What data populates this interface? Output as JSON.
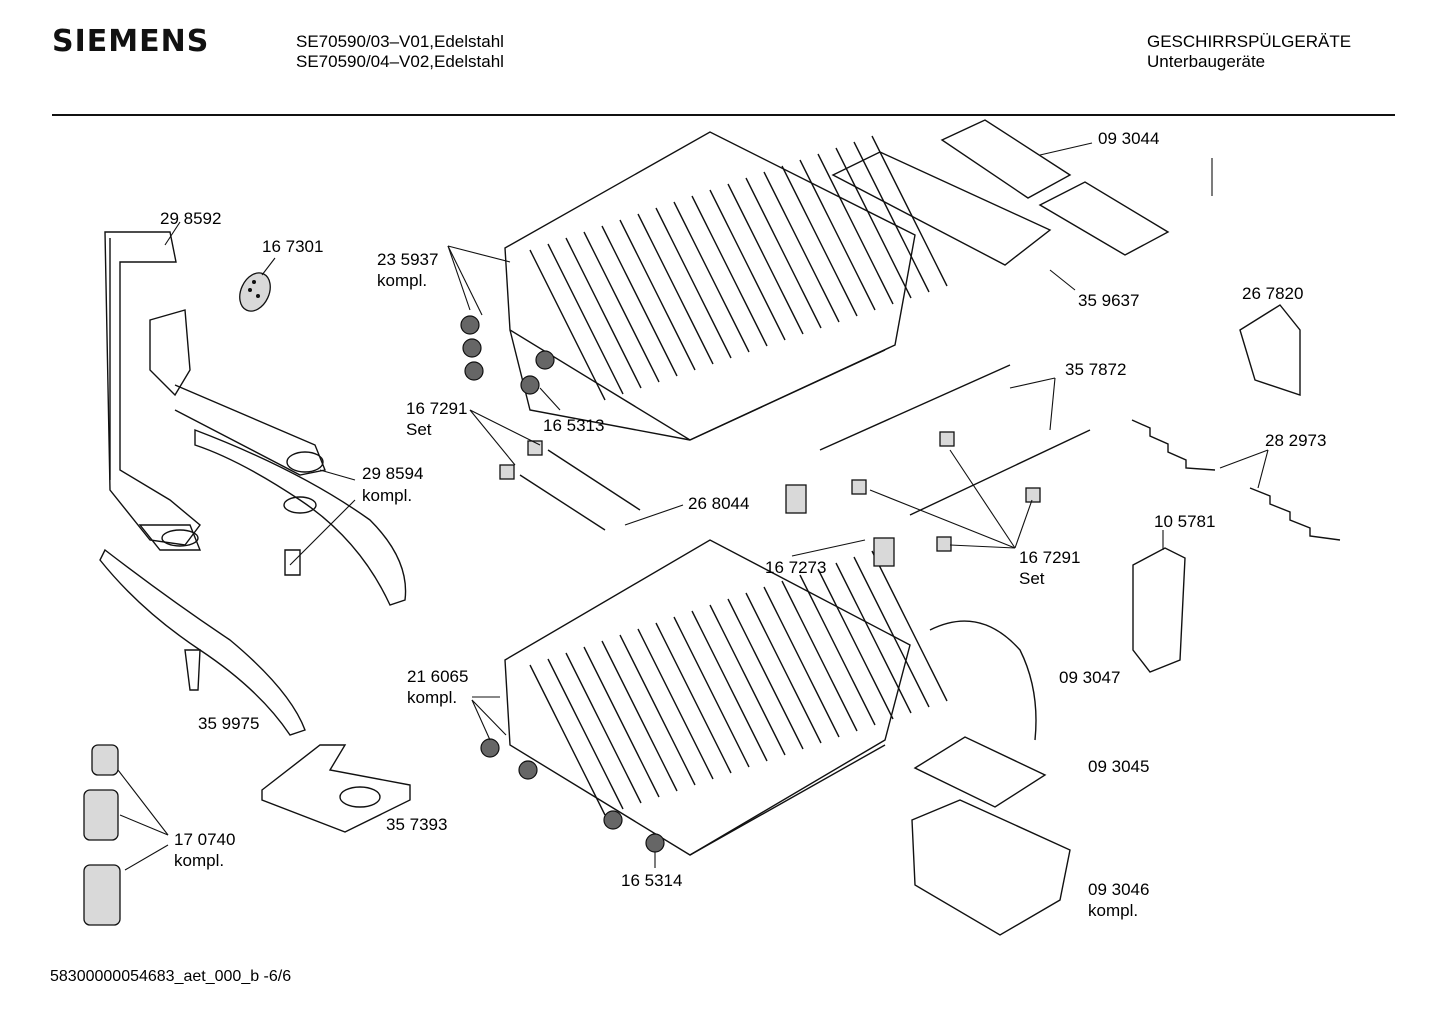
{
  "header": {
    "brand": "SIEMENS",
    "model_line_1": "SE70590/03–V01,Edelstahl",
    "model_line_2": "SE70590/04–V02,Edelstahl",
    "category": "GESCHIRRSPÜLGERÄTE",
    "subcategory": "Unterbaugeräte"
  },
  "labels": {
    "l_093044": "09 3044",
    "l_298592": "29 8592",
    "l_167301": "16 7301",
    "l_235937": "23 5937",
    "l_235937_sub": "kompl.",
    "l_359637": "35 9637",
    "l_267820": "26 7820",
    "l_357872": "35 7872",
    "l_167291a": "16 7291",
    "l_167291a_sub": "Set",
    "l_165313": "16 5313",
    "l_282973": "28 2973",
    "l_298594": "29 8594",
    "l_298594_sub": "kompl.",
    "l_268044": "26 8044",
    "l_105781": "10 5781",
    "l_167273": "16 7273",
    "l_167291b": "16 7291",
    "l_167291b_sub": "Set",
    "l_216065": "21 6065",
    "l_216065_sub": "kompl.",
    "l_093047": "09 3047",
    "l_359975": "35 9975",
    "l_093045": "09 3045",
    "l_357393": "35 7393",
    "l_170740": "17 0740",
    "l_170740_sub": "kompl.",
    "l_165314": "16 5314",
    "l_093046": "09 3046",
    "l_093046_sub": "kompl."
  },
  "footer": {
    "doc_id": "58300000054683_aet_000_b  -6/6"
  }
}
